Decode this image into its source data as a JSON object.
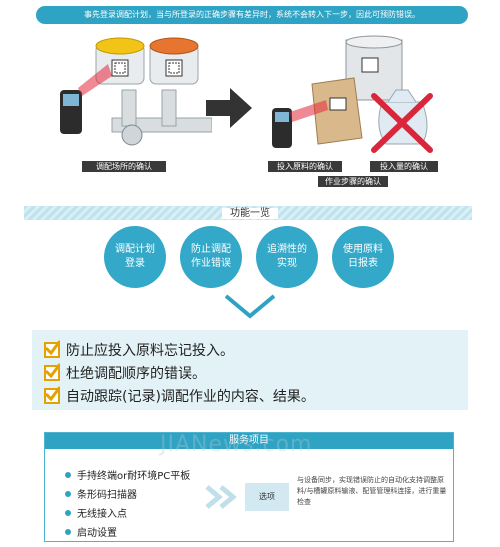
{
  "banner": {
    "text": "事先登录调配计划，当与所登录的正确步骤有差异时，系统不会转入下一步，因此可预防错误。"
  },
  "scene_left": {
    "caption": "调配场所的确认"
  },
  "scene_right": {
    "caption_material": "投入原料的确认",
    "caption_amount": "投入量的确认",
    "caption_steps": "作业步骤的确认"
  },
  "features": {
    "title": "功能一览",
    "items": [
      {
        "label": "调配计划登录"
      },
      {
        "label": "防止调配作业错误"
      },
      {
        "label": "追溯性的实现"
      },
      {
        "label": "使用原料日报表"
      }
    ]
  },
  "benefits": [
    {
      "text": "防止应投入原料忘记投入。"
    },
    {
      "text": "杜绝调配顺序的错误。"
    },
    {
      "text": "自动跟踪(记录)调配作业的内容、结果。"
    }
  ],
  "services": {
    "title": "服务项目",
    "watermark": "JIANews.com",
    "items": [
      {
        "text": "手持终端or耐环境PC平板"
      },
      {
        "text": "条形码扫描器"
      },
      {
        "text": "无线接入点"
      },
      {
        "text": "启动设置"
      }
    ],
    "option_label": "选项",
    "option_text": "与设备同步，实现错误防止的自动化支持调整原料/与槽罐原料输液、配管管理科连接，进行重量检查"
  },
  "colors": {
    "accent": "#2fa3c3",
    "panel": "#e3f2f7",
    "check": "#e5a100",
    "error": "#d9263a"
  }
}
